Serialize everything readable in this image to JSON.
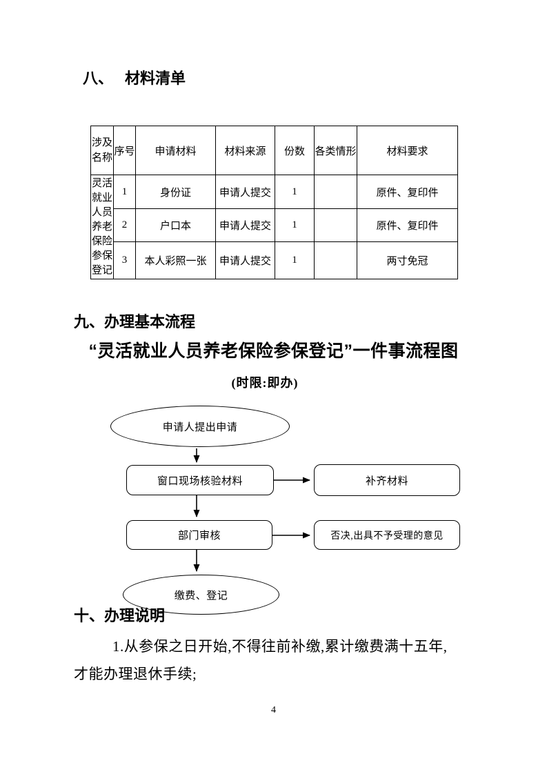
{
  "colors": {
    "ink": "#000000",
    "paper": "#ffffff"
  },
  "sections": {
    "s8": {
      "number": "八、",
      "title": "材料清单"
    },
    "s9": {
      "number": "九、",
      "title": "办理基本流程"
    },
    "s10": {
      "number": "十、",
      "title": "办理说明"
    }
  },
  "materials_table": {
    "headers": [
      "涉及名称",
      "序号",
      "申请材料",
      "材料来源",
      "份数",
      "各类情形",
      "材料要求"
    ],
    "merged_category": "灵活就业人员养老保险参保登记",
    "rows": [
      [
        "1",
        "身份证",
        "申请人提交",
        "1",
        "",
        "原件、复印件"
      ],
      [
        "2",
        "户口本",
        "申请人提交",
        "1",
        "",
        "原件、复印件"
      ],
      [
        "3",
        "本人彩照一张",
        "申请人提交",
        "1",
        "",
        "两寸免冠"
      ]
    ]
  },
  "flowchart": {
    "title": "“灵活就业人员养老保险参保登记”一件事流程图",
    "time_limit": "(时限:即办)",
    "nodes": {
      "start": "申请人提出申请",
      "verify": "窗口现场核验材料",
      "supplement": "补齐材料",
      "review": "部门审核",
      "reject": "否决,出具不予受理的意见",
      "finish": "缴费、登记"
    }
  },
  "notes": {
    "lines": [
      "1.从参保之日开始,不得往前补缴,累计缴费满十五年,",
      "才能办理退休手续;"
    ]
  },
  "page": {
    "number": "4"
  }
}
